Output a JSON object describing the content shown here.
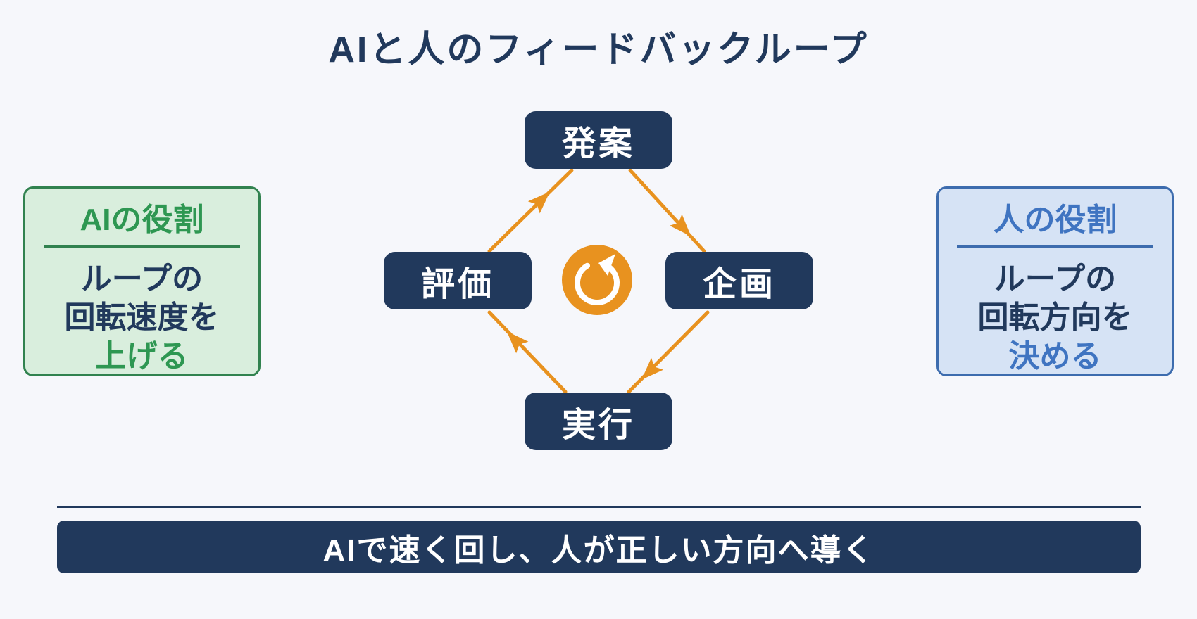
{
  "title": "AIと人のフィードバックループ",
  "loop": {
    "direction": "clockwise",
    "sequence": [
      "発案",
      "企画",
      "実行",
      "評価"
    ],
    "nodes": [
      {
        "id": "idea",
        "label": "発案",
        "position": "top"
      },
      {
        "id": "plan",
        "label": "企画",
        "position": "right"
      },
      {
        "id": "do",
        "label": "実行",
        "position": "bottom"
      },
      {
        "id": "eval",
        "label": "評価",
        "position": "left"
      }
    ],
    "center_icon": "rotate-clockwise-icon"
  },
  "ai_role_card": {
    "title": "AIの役割",
    "lines": [
      "ループの",
      "回転速度を",
      "上げる"
    ],
    "highlight_line": "上げる"
  },
  "human_role_card": {
    "title": "人の役割",
    "lines": [
      "ループの",
      "回転方向を",
      "決める"
    ],
    "highlight_line": "決める"
  },
  "banner": {
    "text": "AIで速く回し、人が正しい方向へ導く"
  },
  "colors": {
    "navy": "#21395c",
    "orange": "#e8921f",
    "background": "#f6f7fb",
    "green": "#2e9752",
    "green_border": "#31824f",
    "green_bg": "#d9eedd",
    "blue": "#3f74c1",
    "blue_border": "#3d6cae",
    "blue_bg": "#d6e3f5",
    "white": "#ffffff"
  }
}
